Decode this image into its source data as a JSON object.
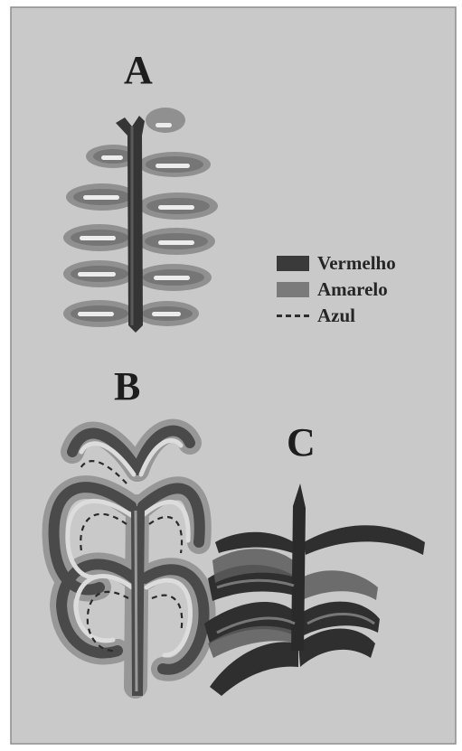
{
  "panels": {
    "a": "A",
    "b": "B",
    "c": "C"
  },
  "legend": {
    "vermelho": {
      "label": "Vermelho",
      "color": "#3a3a3a"
    },
    "amarelo": {
      "label": "Amarelo",
      "color": "#7a7a7a"
    },
    "azul": {
      "label": "Azul",
      "line": "dashed"
    }
  }
}
